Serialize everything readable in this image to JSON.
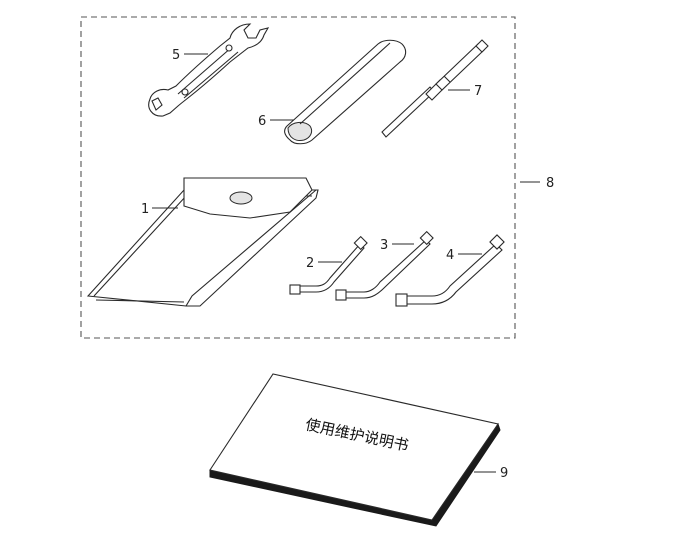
{
  "callouts": {
    "c1": "1",
    "c2": "2",
    "c3": "3",
    "c4": "4",
    "c5": "5",
    "c6": "6",
    "c7": "7",
    "c8": "8",
    "c9": "9"
  },
  "manual": {
    "title": "使用维护说明书"
  },
  "colors": {
    "line": "#2a2a2a",
    "dash_box": "#555555",
    "manual_base": "#1a1a1a"
  }
}
